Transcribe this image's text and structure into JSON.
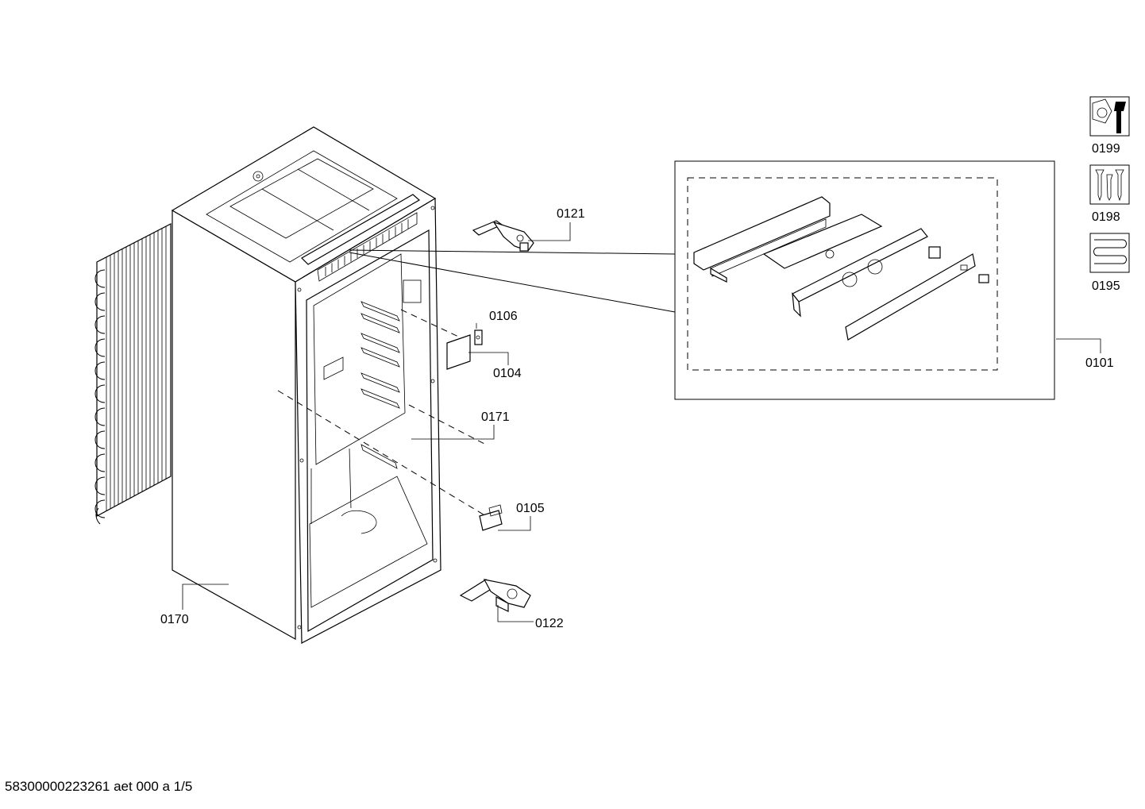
{
  "labels": {
    "p0101": "0101",
    "p0104": "0104",
    "p0105": "0105",
    "p0106": "0106",
    "p0121": "0121",
    "p0122": "0122",
    "p0170": "0170",
    "p0171": "0171",
    "p0195": "0195",
    "p0198": "0198",
    "p0199": "0199"
  },
  "icons": {
    "p0199": "nut-and-wrench-icon",
    "p0198": "screws-icon",
    "p0195": "heating-coil-icon"
  },
  "footer_code": "58300000223261 aet 000 a 1/5",
  "colors": {
    "line": "#000000",
    "background": "#ffffff"
  }
}
